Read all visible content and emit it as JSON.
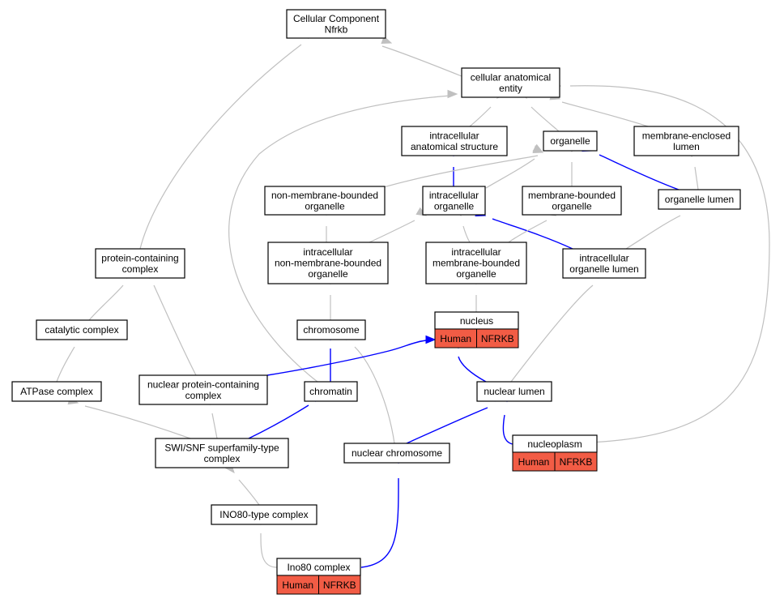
{
  "colors": {
    "gray_edge": "#c0c0c0",
    "blue_edge": "#0000ff",
    "annotation": "#f25c45"
  },
  "nodes": {
    "root": {
      "lines": [
        "Cellular Component",
        "Nfrkb"
      ]
    },
    "cae": {
      "lines": [
        "cellular anatomical",
        "entity"
      ]
    },
    "ias": {
      "lines": [
        "intracellular",
        "anatomical structure"
      ]
    },
    "org": {
      "lines": [
        "organelle"
      ]
    },
    "mel": {
      "lines": [
        "membrane-enclosed",
        "lumen"
      ]
    },
    "nmbo": {
      "lines": [
        "non-membrane-bounded",
        "organelle"
      ]
    },
    "io": {
      "lines": [
        "intracellular",
        "organelle"
      ]
    },
    "mbo": {
      "lines": [
        "membrane-bounded",
        "organelle"
      ]
    },
    "ol": {
      "lines": [
        "organelle lumen"
      ]
    },
    "pcc": {
      "lines": [
        "protein-containing",
        "complex"
      ]
    },
    "inmbo": {
      "lines": [
        "intracellular",
        "non-membrane-bounded",
        "organelle"
      ]
    },
    "imbo": {
      "lines": [
        "intracellular",
        "membrane-bounded",
        "organelle"
      ]
    },
    "iol": {
      "lines": [
        "intracellular",
        "organelle lumen"
      ]
    },
    "cat": {
      "lines": [
        "catalytic complex"
      ]
    },
    "chr": {
      "lines": [
        "chromosome"
      ]
    },
    "nuc": {
      "lines": [
        "nucleus"
      ],
      "annotations": [
        "Human",
        "NFRKB"
      ]
    },
    "atp": {
      "lines": [
        "ATPase complex"
      ]
    },
    "npcc": {
      "lines": [
        "nuclear protein-containing",
        "complex"
      ]
    },
    "chrom": {
      "lines": [
        "chromatin"
      ]
    },
    "nl": {
      "lines": [
        "nuclear lumen"
      ]
    },
    "swi": {
      "lines": [
        "SWI/SNF superfamily-type",
        "complex"
      ]
    },
    "nchr": {
      "lines": [
        "nuclear chromosome"
      ]
    },
    "np": {
      "lines": [
        "nucleoplasm"
      ],
      "annotations": [
        "Human",
        "NFRKB"
      ]
    },
    "ino80t": {
      "lines": [
        "INO80-type complex"
      ]
    },
    "ino80": {
      "lines": [
        "Ino80 complex"
      ],
      "annotations": [
        "Human",
        "NFRKB"
      ]
    }
  },
  "edges": [
    {
      "from": "cae",
      "to": "root",
      "color": "gray"
    },
    {
      "from": "pcc",
      "to": "root",
      "color": "gray"
    },
    {
      "from": "ias",
      "to": "cae",
      "color": "gray"
    },
    {
      "from": "org",
      "to": "cae",
      "color": "gray"
    },
    {
      "from": "mel",
      "to": "cae",
      "color": "gray"
    },
    {
      "from": "chrom",
      "to": "cae",
      "color": "gray"
    },
    {
      "from": "np",
      "to": "cae",
      "color": "gray"
    },
    {
      "from": "io",
      "to": "ias",
      "color": "blue"
    },
    {
      "from": "nmbo",
      "to": "org",
      "color": "gray"
    },
    {
      "from": "io",
      "to": "org",
      "color": "gray"
    },
    {
      "from": "mbo",
      "to": "org",
      "color": "gray"
    },
    {
      "from": "ol",
      "to": "org",
      "color": "blue"
    },
    {
      "from": "ol",
      "to": "mel",
      "color": "gray"
    },
    {
      "from": "inmbo",
      "to": "nmbo",
      "color": "gray"
    },
    {
      "from": "inmbo",
      "to": "io",
      "color": "gray"
    },
    {
      "from": "imbo",
      "to": "io",
      "color": "gray"
    },
    {
      "from": "iol",
      "to": "io",
      "color": "blue"
    },
    {
      "from": "imbo",
      "to": "mbo",
      "color": "gray"
    },
    {
      "from": "iol",
      "to": "ol",
      "color": "gray"
    },
    {
      "from": "chr",
      "to": "inmbo",
      "color": "gray"
    },
    {
      "from": "nuc",
      "to": "imbo",
      "color": "gray"
    },
    {
      "from": "nl",
      "to": "iol",
      "color": "gray"
    },
    {
      "from": "cat",
      "to": "pcc",
      "color": "gray"
    },
    {
      "from": "npcc",
      "to": "pcc",
      "color": "gray"
    },
    {
      "from": "atp",
      "to": "cat",
      "color": "gray"
    },
    {
      "from": "chrom",
      "to": "chr",
      "color": "blue"
    },
    {
      "from": "nchr",
      "to": "chr",
      "color": "gray"
    },
    {
      "from": "npcc",
      "to": "nuc",
      "color": "blue"
    },
    {
      "from": "nl",
      "to": "nuc",
      "color": "blue"
    },
    {
      "from": "swi",
      "to": "atp",
      "color": "gray"
    },
    {
      "from": "swi",
      "to": "npcc",
      "color": "gray"
    },
    {
      "from": "swi",
      "to": "chrom",
      "color": "blue"
    },
    {
      "from": "nchr",
      "to": "nl",
      "color": "blue"
    },
    {
      "from": "np",
      "to": "nl",
      "color": "blue"
    },
    {
      "from": "ino80t",
      "to": "swi",
      "color": "gray"
    },
    {
      "from": "ino80",
      "to": "ino80t",
      "color": "gray"
    },
    {
      "from": "ino80",
      "to": "nchr",
      "color": "blue"
    }
  ]
}
